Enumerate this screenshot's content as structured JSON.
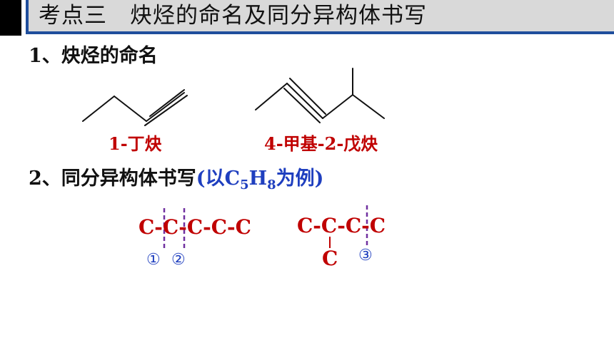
{
  "header": {
    "title": "考点三　炔烃的命名及同分异构体书写"
  },
  "section1": {
    "title": "1、炔烃的命名"
  },
  "molecules": [
    {
      "name": "1-丁炔"
    },
    {
      "name": "4-甲基-2-戊炔"
    }
  ],
  "section2": {
    "title_main": "2、同分异构体书写",
    "paren_open": "(以C",
    "sub5": "5",
    "h": "H",
    "sub8": "8",
    "paren_close": "为例)"
  },
  "isomer1": {
    "chain": "C-C-C-C-C",
    "marks": [
      "①",
      "②"
    ]
  },
  "isomer2": {
    "chain": "C-C-C-C",
    "branch": "C",
    "marks": [
      "③"
    ]
  },
  "colors": {
    "accent": "#1f4e9c",
    "label_red": "#c00000",
    "mark_blue": "#1f3fbf",
    "dash_purple": "#7030a0"
  }
}
